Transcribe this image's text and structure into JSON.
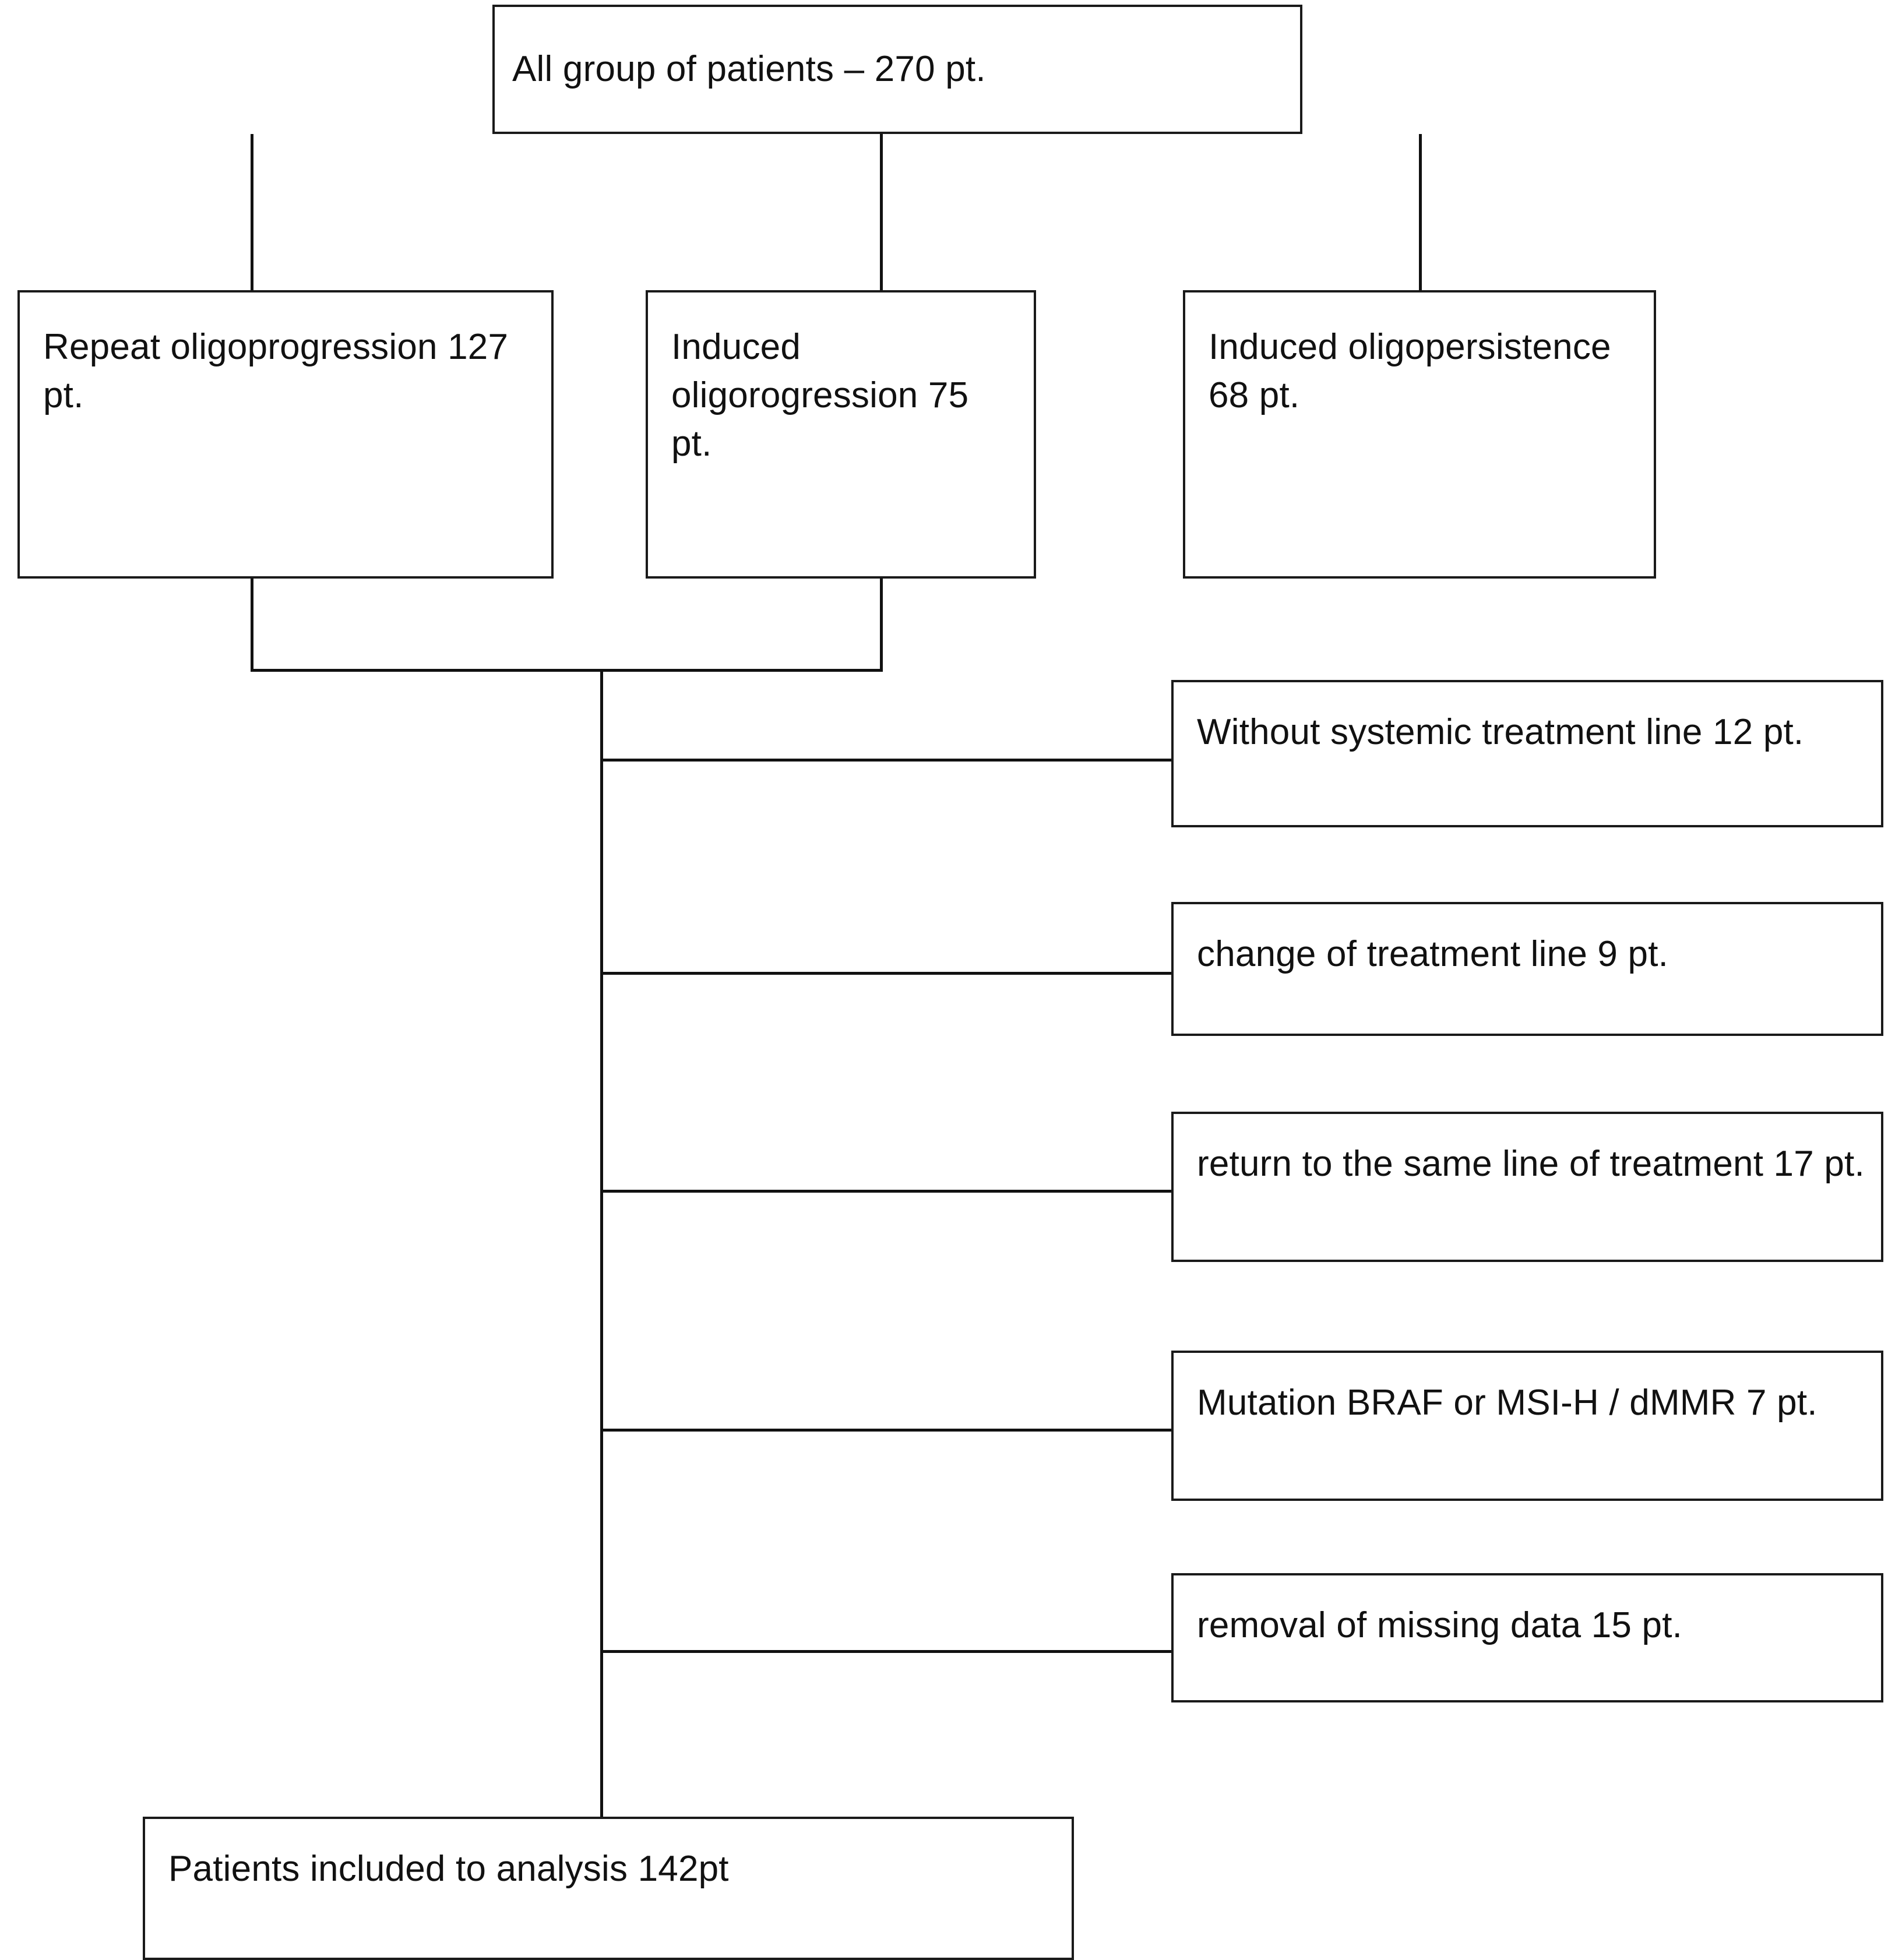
{
  "diagram": {
    "type": "patient-flow-chart",
    "root": {
      "id": "all-patients",
      "label": "All group of patients – 270 pt.",
      "count": 270
    },
    "cohorts": [
      {
        "id": "repeat-oligoprogression",
        "label": "Repeat oligoprogression 127 pt.",
        "count": 127
      },
      {
        "id": "induced-oligoregression",
        "label": "Induced oligorogression 75 pt.",
        "count": 75
      },
      {
        "id": "induced-oligopersistence",
        "label": "Induced oligopersistence 68 pt.",
        "count": 68
      }
    ],
    "exclusions": [
      {
        "id": "without-systemic-treatment-line",
        "label": "Without systemic treatment line 12 pt.",
        "count": 12
      },
      {
        "id": "change-of-treatment-line",
        "label": "change of treatment line 9 pt.",
        "count": 9
      },
      {
        "id": "return-to-same-line-of-treatment",
        "label": "return to the same line of treatment 17 pt.",
        "count": 17
      },
      {
        "id": "mutation-braf-or-msi-h-dmmr",
        "label": "Mutation BRAF or MSI-H / dMMR  7 pt.",
        "count": 7
      },
      {
        "id": "removal-of-missing-data",
        "label": "removal of missing data 15 pt.",
        "count": 15
      }
    ],
    "result": {
      "id": "patients-included",
      "label": "Patients included to analysis 142pt",
      "count": 142
    },
    "colors": {
      "background": "#ffffff",
      "border": "#1a1a1a",
      "text": "#111111",
      "connector": "#111111"
    }
  }
}
